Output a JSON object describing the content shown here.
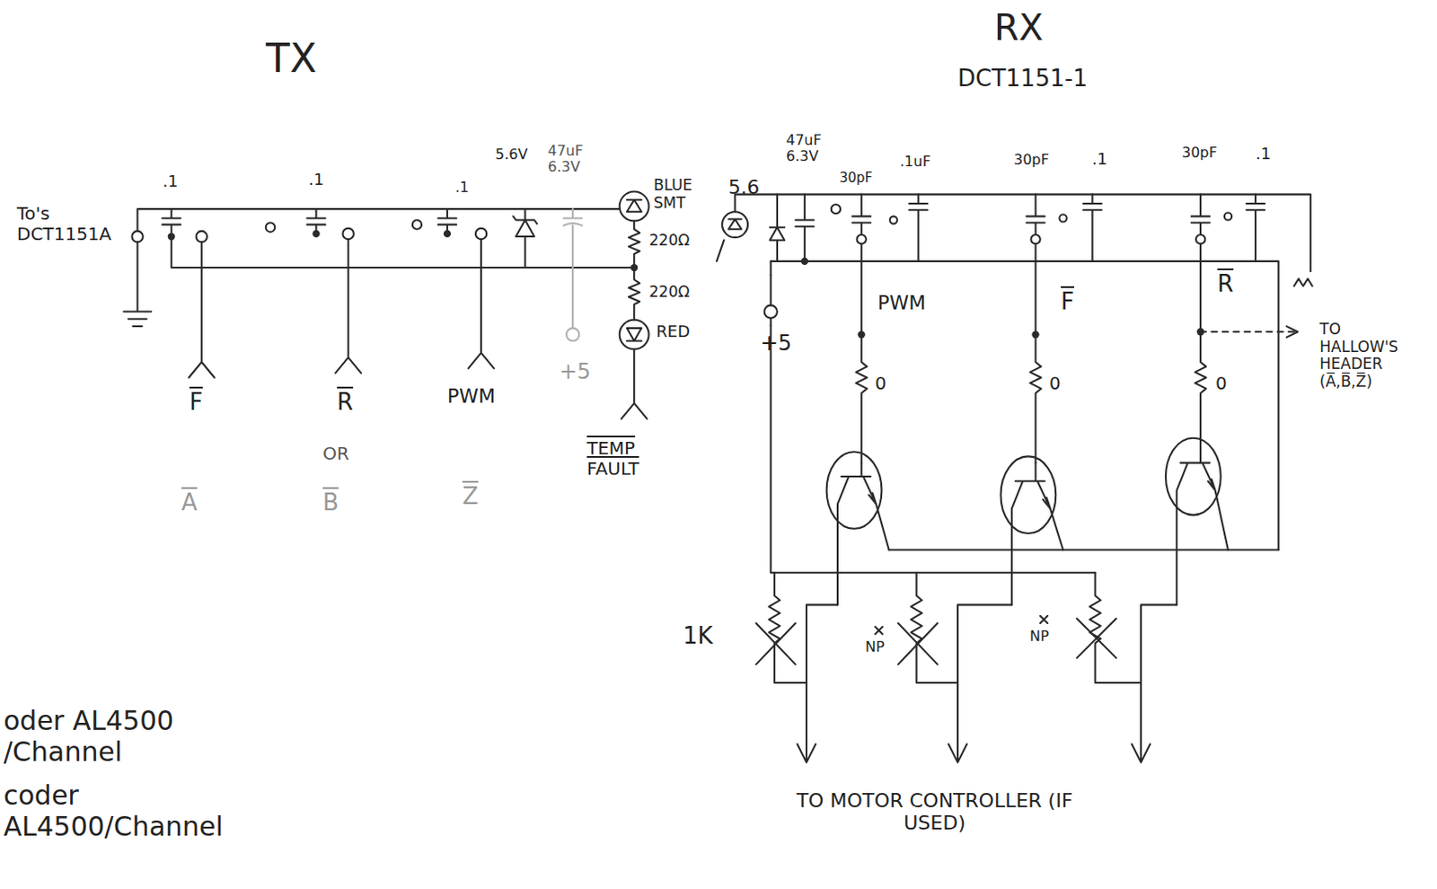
{
  "diagram": {
    "labels": [
      "TX",
      "RX",
      "DCT1151-1",
      "To's DCT1151A",
      ".1",
      ".1",
      ".1",
      "5.6V",
      "47uF 6.3V",
      "BLUE SMT",
      "220Ω",
      "220Ω",
      "RED",
      "F",
      "R",
      "PWM",
      "TEMP FAULT",
      "OR",
      "A",
      "B",
      "Z",
      "+5",
      "5.6",
      "47uF 6.3V",
      "30pF",
      ".1uF",
      "30pF",
      ".1",
      "30pF",
      ".1",
      "+5",
      "PWM",
      "F",
      "R",
      "0",
      "0",
      "0",
      "TO HALLOW'S HEADER (A̅,B̅,Z̅)",
      "1K",
      "NP",
      "NP",
      "TO MOTOR CONTROLLER (IF USED)",
      "oder AL4500 /Channel",
      "coder AL4500/Channel"
    ]
  }
}
